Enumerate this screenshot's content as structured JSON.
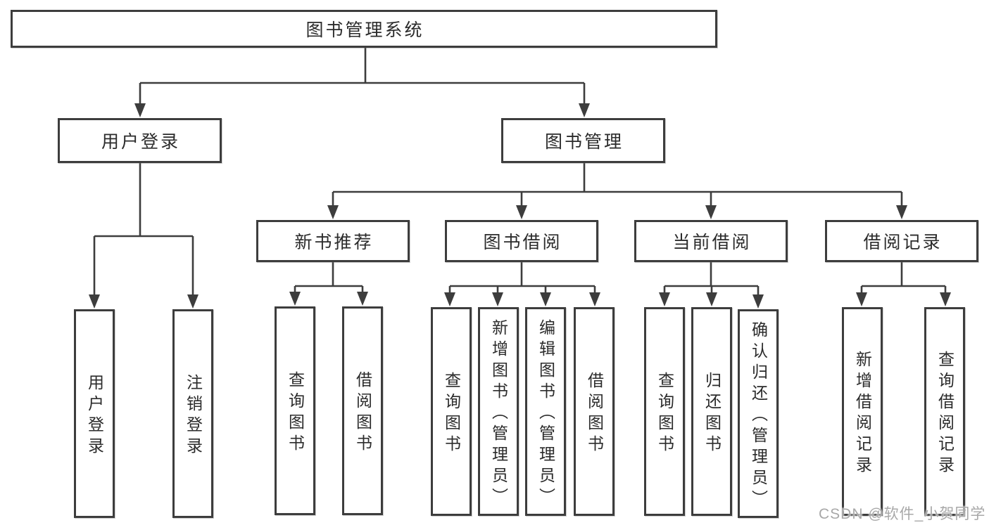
{
  "tree": {
    "root": "图书管理系统",
    "branches": [
      {
        "label": "用户登录",
        "leaves": [
          "用户登录",
          "注销登录"
        ]
      },
      {
        "label": "图书管理",
        "modules": [
          {
            "label": "新书推荐",
            "leaves": [
              "查询图书",
              "借阅图书"
            ]
          },
          {
            "label": "图书借阅",
            "leaves": [
              "查询图书",
              "新增图书（管理员）",
              "编辑图书（管理员）",
              "借阅图书"
            ]
          },
          {
            "label": "当前借阅",
            "leaves": [
              "查询图书",
              "归还图书",
              "确认归还（管理员）"
            ]
          },
          {
            "label": "借阅记录",
            "leaves": [
              "新增借阅记录",
              "查询借阅记录"
            ]
          }
        ]
      }
    ]
  },
  "watermark": "CSDN @软件_小贺同学",
  "colors": {
    "line": "#3d3d3d",
    "text": "#2b2b2b",
    "background": "#ffffff",
    "watermark": "#a8a8a8"
  }
}
